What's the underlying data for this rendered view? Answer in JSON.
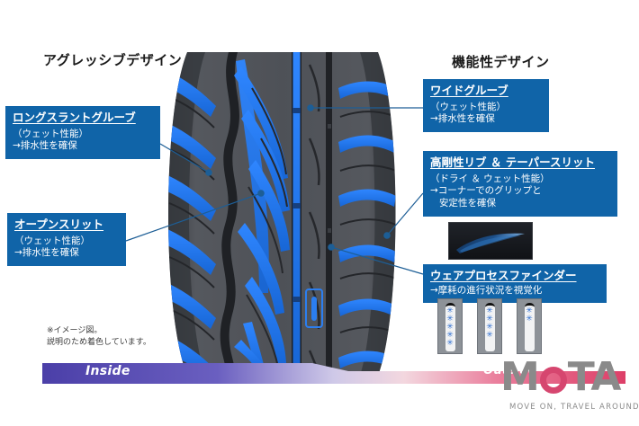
{
  "headings": {
    "left": "アグレッシブデザイン",
    "right": "機能性デザイン"
  },
  "callouts": {
    "long_slant_groove": {
      "title": "ロングスラントグルーブ",
      "line1": "（ウェット性能）",
      "line2": "→排水性を確保"
    },
    "open_slit": {
      "title": "オープンスリット",
      "line1": "（ウェット性能）",
      "line2": "→排水性を確保"
    },
    "wide_groove": {
      "title": "ワイドグルーブ",
      "line1": "（ウェット性能）",
      "line2": "→排水性を確保"
    },
    "rigid_rib_taper_slit": {
      "title": "高剛性リブ ＆ テーパースリット",
      "line1": "（ドライ ＆ ウェット性能）",
      "line2": "→コーナーでのグリップと",
      "line3": "安定性を確保"
    },
    "wear_process_finder": {
      "title": "ウェアプロセスファインダー",
      "line1": "→摩耗の進行状況を視覚化"
    }
  },
  "wear_indicators": {
    "marks": [
      5,
      4,
      2
    ],
    "mark_glyph": "✳",
    "mark_color": "#2f6fd0"
  },
  "disclaimer": {
    "line1": "※イメージ図。",
    "line2": "説明のため着色しています。"
  },
  "direction_banner": {
    "inside_label": "Inside",
    "outside_label": "Outside",
    "inside_color": "#4b3fa8",
    "outside_color": "#e0496f"
  },
  "logo": {
    "text_before": "M",
    "text_middle": "o",
    "text_after": "TA",
    "tagline": "MOVE ON, TRAVEL AROUND",
    "accent_color": "#d6466f",
    "text_color": "#8a8a8a"
  },
  "tire": {
    "tread_color": "#4a4d52",
    "groove_highlight_color": "#2b7ef0",
    "leader_line_color": "#1d5e96"
  }
}
